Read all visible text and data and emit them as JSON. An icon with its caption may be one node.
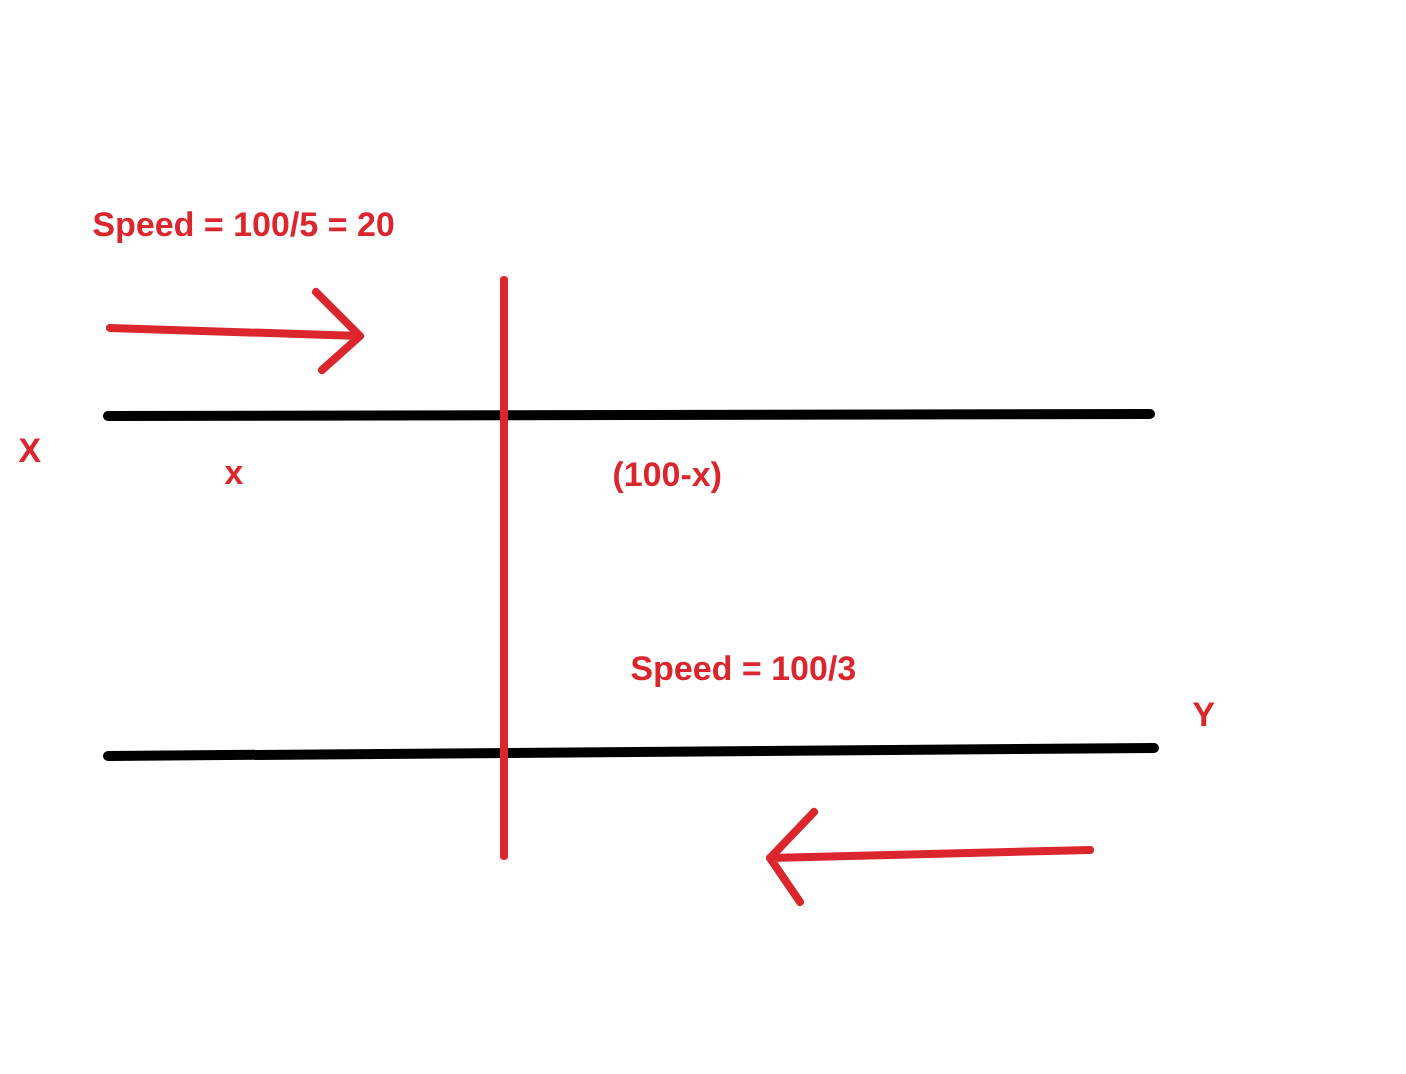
{
  "diagram": {
    "labels": [
      "Speed = 100/5 = 20",
      "X",
      "x",
      "(100-x)",
      "Speed = 100/3",
      "Y"
    ]
  }
}
